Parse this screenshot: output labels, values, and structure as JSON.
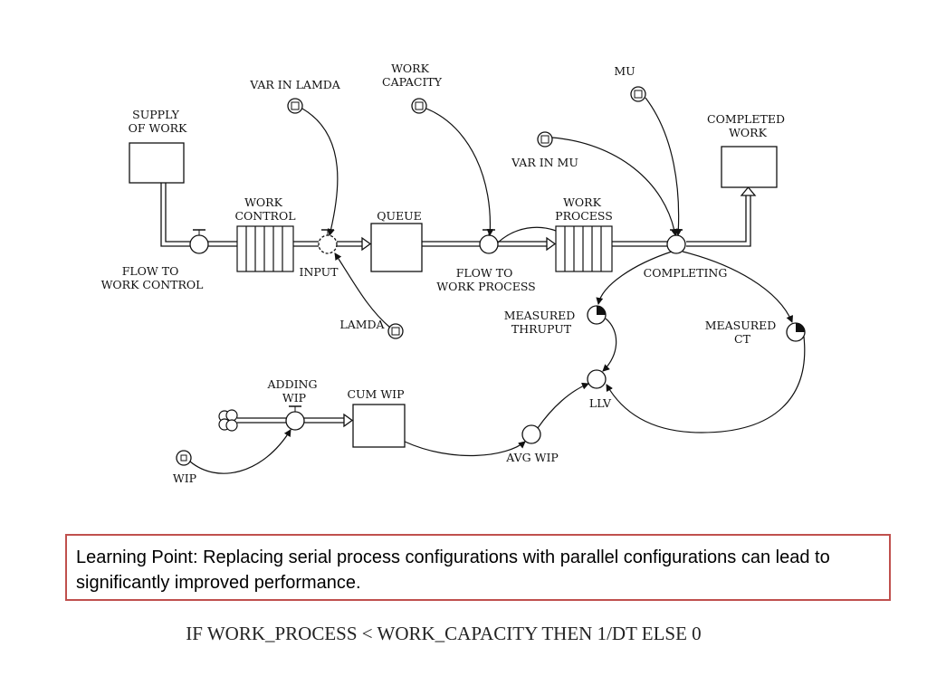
{
  "diagram": {
    "stocks": {
      "supply_of_work": [
        "SUPPLY",
        "OF WORK"
      ],
      "queue": "QUEUE",
      "completed_work": [
        "COMPLETED",
        "WORK"
      ],
      "cum_wip": "CUM WIP"
    },
    "conveyors": {
      "work_control": [
        "WORK",
        "CONTROL"
      ],
      "work_process": [
        "WORK",
        "PROCESS"
      ]
    },
    "flows": {
      "flow_to_work_control": [
        "FLOW TO",
        "WORK CONTROL"
      ],
      "input": "INPUT",
      "flow_to_work_process": [
        "FLOW TO",
        "WORK PROCESS"
      ],
      "completing": "COMPLETING",
      "adding_wip": [
        "ADDING",
        "WIP"
      ]
    },
    "converters": {
      "var_in_lamda": "VAR IN LAMDA",
      "work_capacity": [
        "WORK",
        "CAPACITY"
      ],
      "mu": "MU",
      "var_in_mu": "VAR IN MU",
      "lamda": "LAMDA",
      "measured_thruput": [
        "MEASURED",
        "THRUPUT"
      ],
      "measured_ct": [
        "MEASURED",
        "CT"
      ],
      "llv": "LLV",
      "avg_wip": "AVG WIP",
      "wip": "WIP"
    }
  },
  "learning_point": "Learning Point: Replacing serial process configurations with parallel configurations can lead to significantly improved performance.",
  "formula": "IF WORK_PROCESS < WORK_CAPACITY THEN 1/DT ELSE 0",
  "colors": {
    "box_border": "#c0504d",
    "ink": "#111111"
  }
}
